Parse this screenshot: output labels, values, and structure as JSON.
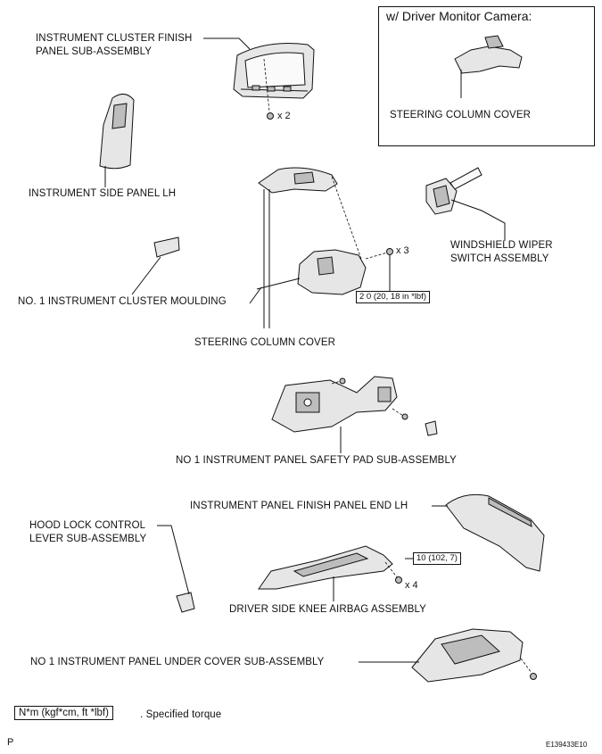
{
  "inset": {
    "title": "w/ Driver Monitor Camera:",
    "part_label": "STEERING COLUMN COVER"
  },
  "labels": {
    "cluster_finish_1": "INSTRUMENT CLUSTER FINISH",
    "cluster_finish_2": "PANEL SUB-ASSEMBLY",
    "side_panel": "INSTRUMENT SIDE PANEL LH",
    "cluster_moulding": "NO. 1 INSTRUMENT CLUSTER MOULDING",
    "column_cover": "STEERING COLUMN COVER",
    "wiper_1": "WINDSHIELD WIPER",
    "wiper_2": "SWITCH ASSEMBLY",
    "safety_pad": "NO  1 INSTRUMENT PANEL SAFETY PAD SUB-ASSEMBLY",
    "finish_end": "INSTRUMENT PANEL FINISH PANEL END LH",
    "hood_lock_1": "HOOD LOCK CONTROL",
    "hood_lock_2": "LEVER SUB-ASSEMBLY",
    "knee_airbag": "DRIVER SIDE KNEE AIRBAG ASSEMBLY",
    "under_cover": "NO  1 INSTRUMENT PANEL UNDER COVER SUB-ASSEMBLY"
  },
  "quantities": {
    "cluster_screws": "x 2",
    "cover_screws": "x 3",
    "airbag_bolts": "x 4"
  },
  "torques": {
    "column_cover": "2 0 (20, 18 in *lbf)",
    "knee_airbag": "10 (102, 7)"
  },
  "legend": {
    "box": "N*m (kgf*cm, ft *lbf)",
    "text": ". Specified torque"
  },
  "footer": {
    "left": "P",
    "right": "E139433E10"
  }
}
